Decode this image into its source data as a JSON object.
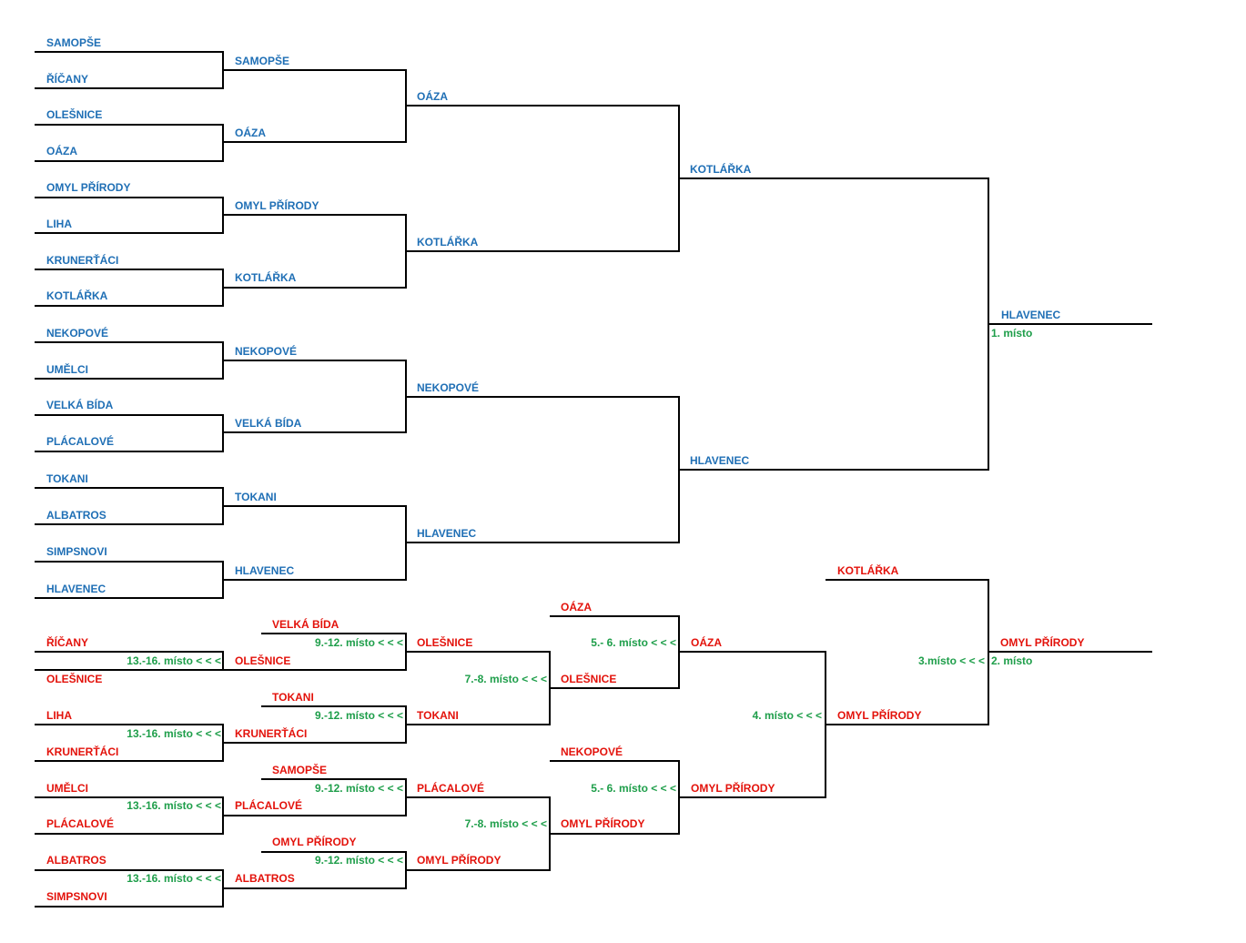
{
  "winners": {
    "round1": [
      "SAMOPŠE",
      "ŘÍČANY",
      "OLEŠNICE",
      "OÁZA",
      "OMYL PŘÍRODY",
      "LIHA",
      "KRUNERŤÁCI",
      "KOTLÁŘKA",
      "NEKOPOVÉ",
      "UMĚLCI",
      "VELKÁ BÍDA",
      "PLÁCALOVÉ",
      "TOKANI",
      "ALBATROS",
      "SIMPSNOVI",
      "HLAVENEC"
    ],
    "round2": [
      "SAMOPŠE",
      "OÁZA",
      "OMYL PŘÍRODY",
      "KOTLÁŘKA",
      "NEKOPOVÉ",
      "VELKÁ BÍDA",
      "TOKANI",
      "HLAVENEC"
    ],
    "round3": [
      "OÁZA",
      "KOTLÁŘKA",
      "NEKOPOVÉ",
      "HLAVENEC"
    ],
    "round4": [
      "KOTLÁŘKA",
      "HLAVENEC"
    ],
    "champion": "HLAVENEC",
    "champion_place": "1. místo"
  },
  "consolation": {
    "r1": [
      "ŘÍČANY",
      "OLEŠNICE",
      "LIHA",
      "KRUNERŤÁCI",
      "UMĚLCI",
      "PLÁCALOVÉ",
      "ALBATROS",
      "SIMPSNOVI"
    ],
    "r1_winners": [
      "OLEŠNICE",
      "KRUNERŤÁCI",
      "PLÁCALOVÉ",
      "ALBATROS"
    ],
    "place_13_16": "13.-16. místo < < <",
    "drop_ins": [
      "VELKÁ BÍDA",
      "TOKANI",
      "SAMOPŠE",
      "OMYL PŘÍRODY"
    ],
    "place_9_12": "9.-12. místo < < <",
    "r2_winners": [
      "OLEŠNICE",
      "TOKANI",
      "PLÁCALOVÉ",
      "OMYL PŘÍRODY"
    ],
    "place_7_8": "7.-8. místo < < <",
    "r3_winners": [
      "OLEŠNICE",
      "OMYL PŘÍRODY"
    ],
    "drop_ins_2": [
      "OÁZA",
      "NEKOPOVÉ"
    ],
    "place_5_6": "5.- 6. místo < < <",
    "r4_winners": [
      "OÁZA",
      "OMYL PŘÍRODY"
    ],
    "place_4": "4. místo < < <",
    "r5_winner": "OMYL PŘÍRODY",
    "final_top": "KOTLÁŘKA",
    "final_winner": "OMYL PŘÍRODY",
    "place_3": "3.místo < < <",
    "place_2": "2. místo"
  }
}
